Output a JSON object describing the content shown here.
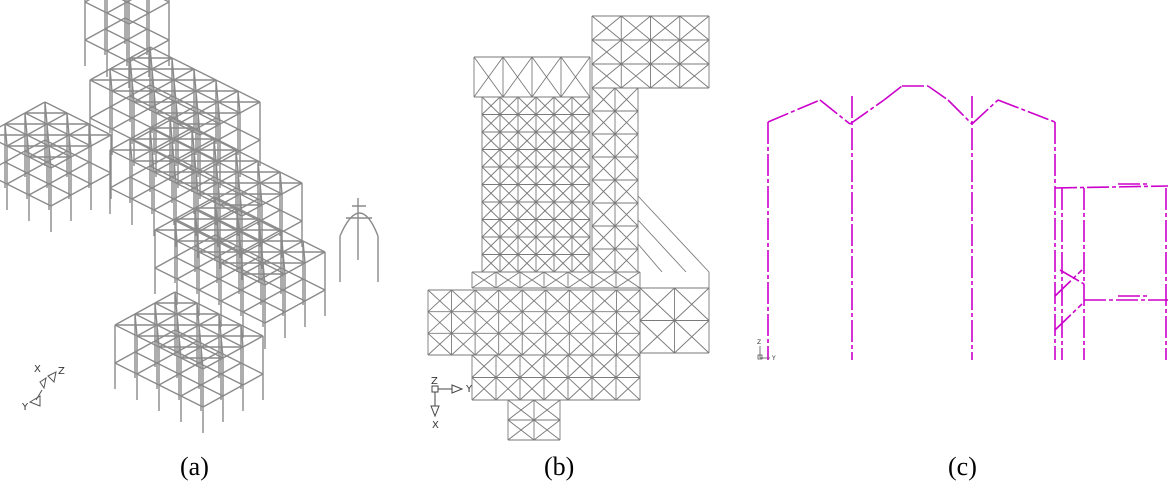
{
  "figure": {
    "captions": [
      "(a)",
      "(b)",
      "(c)"
    ],
    "panel_a": {
      "axis_labels": {
        "x": "X",
        "z": "Z",
        "y": "Y"
      }
    },
    "panel_b": {
      "axis_labels": {
        "z": "Z",
        "y": "Y",
        "x": "X"
      }
    },
    "panel_c": {
      "axis_labels": {
        "z": "Z",
        "y": "Y"
      }
    }
  },
  "colors": {
    "frame": "#8a8a8a",
    "frame_dark": "#555555",
    "section_line": "#cc00cc"
  }
}
